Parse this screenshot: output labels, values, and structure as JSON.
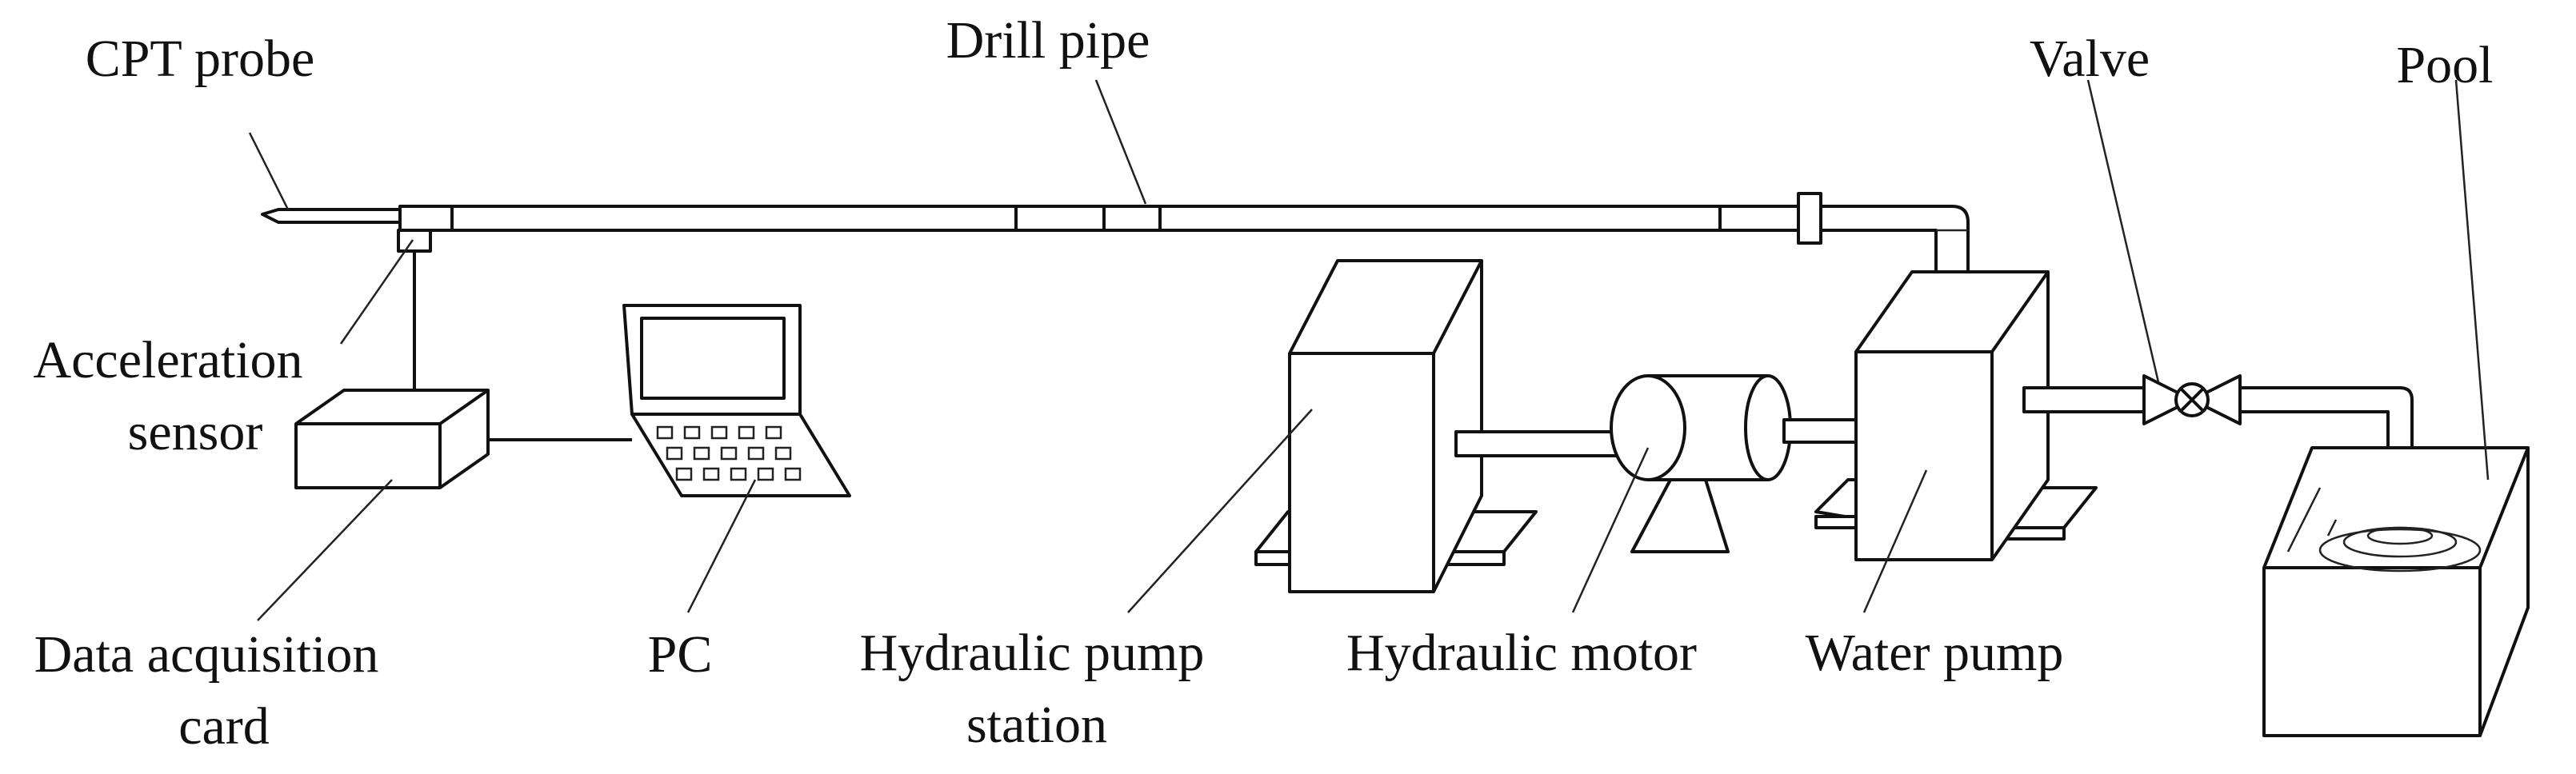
{
  "labels": {
    "cpt_probe": "CPT probe",
    "drill_pipe": "Drill pipe",
    "valve": "Valve",
    "pool": "Pool",
    "acceleration_sensor_1": "Acceleration",
    "acceleration_sensor_2": "sensor",
    "data_acquisition_card_1": "Data acquisition",
    "data_acquisition_card_2": "card",
    "pc": "PC",
    "hydraulic_pump_station_1": "Hydraulic pump",
    "hydraulic_pump_station_2": "station",
    "hydraulic_motor": "Hydraulic motor",
    "water_pump": "Water pump"
  },
  "colors": {
    "line": "#111111",
    "background": "#ffffff"
  }
}
